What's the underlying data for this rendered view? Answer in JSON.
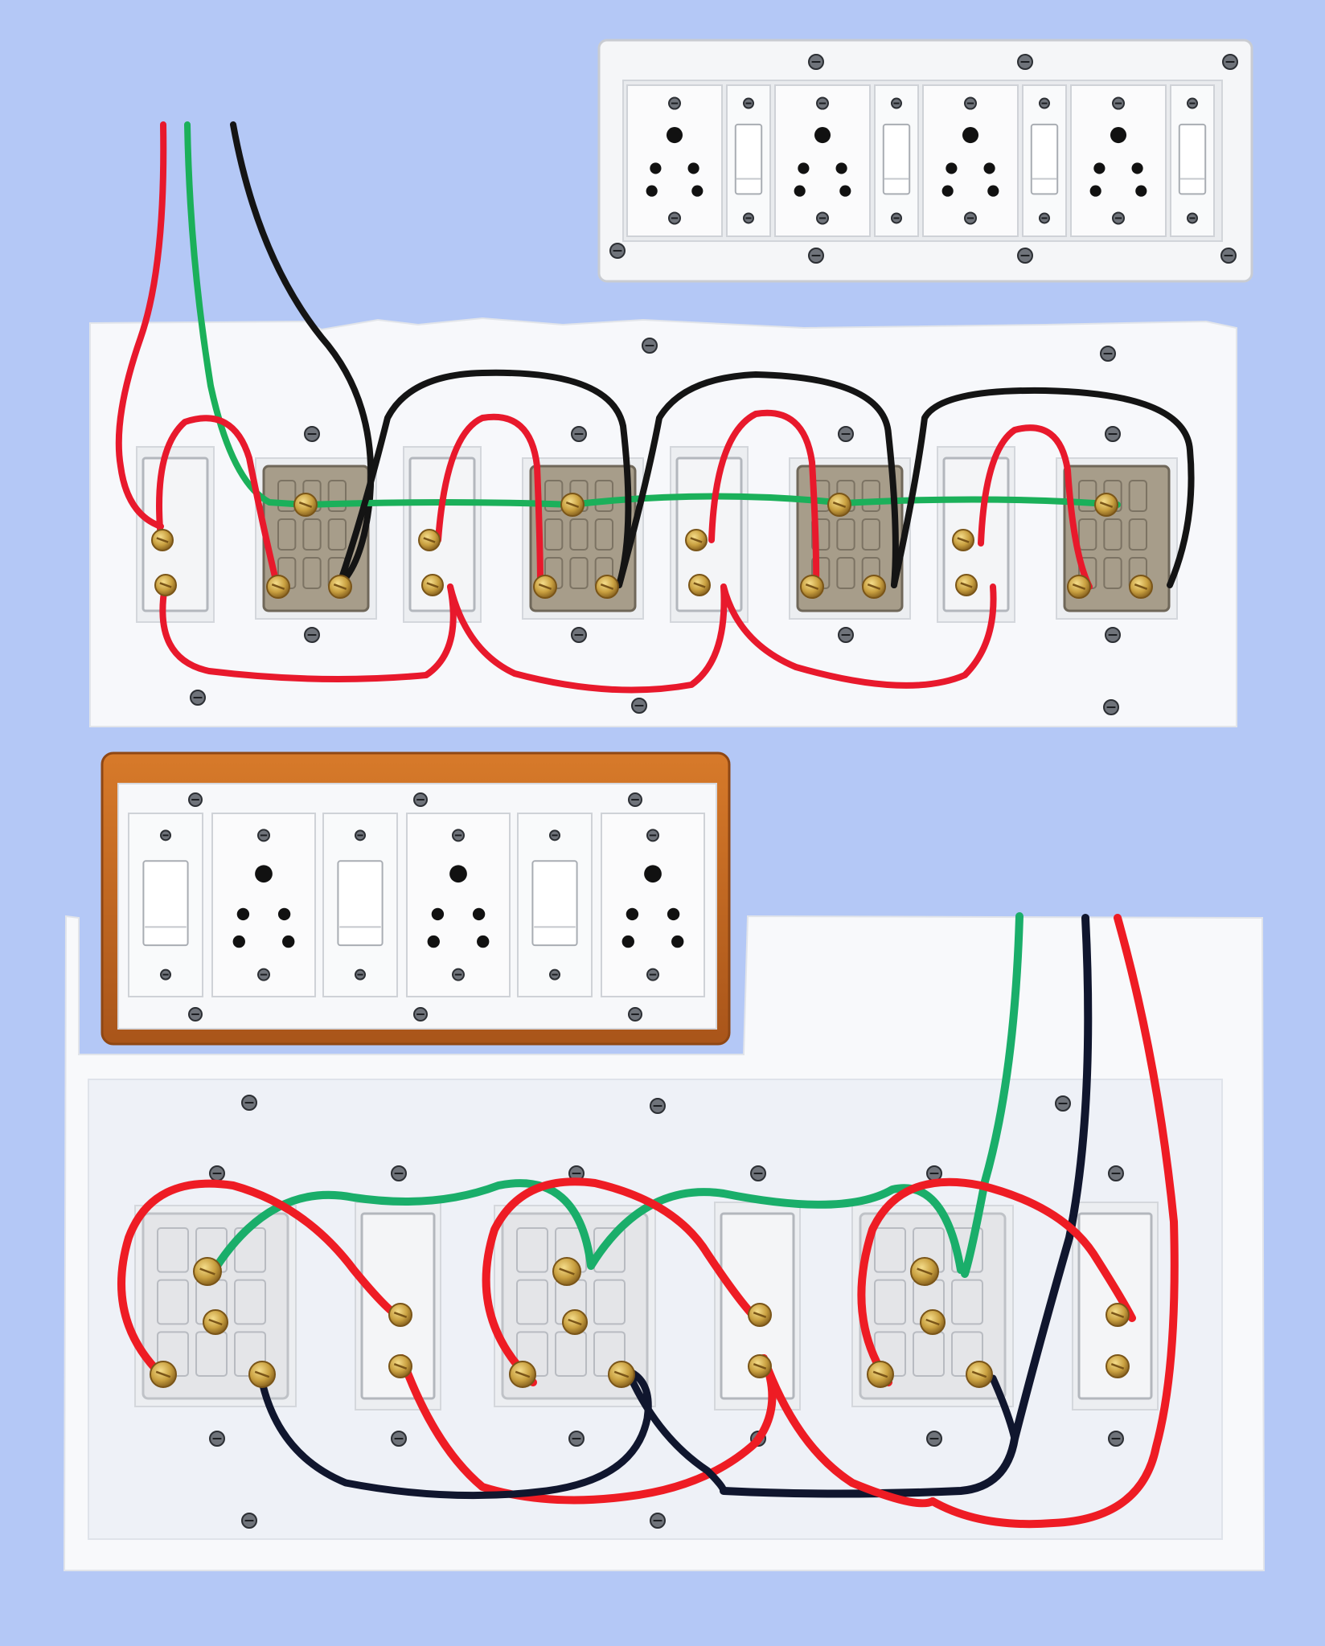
{
  "colors": {
    "background": "#b4c8f6",
    "board": "#f7f8fb",
    "cover_plate": "#f2f3f5",
    "wood_frame": "#c96a1f",
    "module_base": "#a89e8c",
    "brass": "#c9a040",
    "wire_phase": "#e8192c",
    "wire_neutral": "#141414",
    "wire_earth": "#1bb05a"
  },
  "icons": {
    "socket": "three-pin-socket-icon",
    "switch": "rocker-switch-icon",
    "screw": "screw-icon",
    "terminal": "terminal-screw-icon"
  },
  "panels": {
    "top_cover": {
      "modules": [
        "socket",
        "switch",
        "socket",
        "switch",
        "socket",
        "switch",
        "socket",
        "switch"
      ]
    },
    "top_wiring": {
      "pairs": 4,
      "supply_wires": [
        "phase",
        "earth",
        "neutral"
      ]
    },
    "bottom_cover": {
      "modules": [
        "switch",
        "socket",
        "switch",
        "socket",
        "switch",
        "socket"
      ]
    },
    "bottom_wiring": {
      "pairs": 3,
      "supply_wires": [
        "earth",
        "neutral",
        "phase"
      ]
    }
  }
}
